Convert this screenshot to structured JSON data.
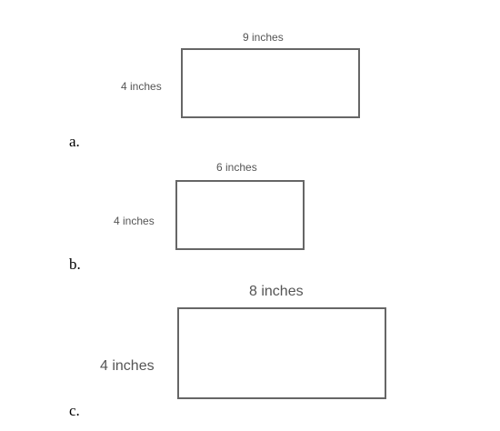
{
  "figures": [
    {
      "letter": "a.",
      "width_label": "9 inches",
      "height_label": "4 inches"
    },
    {
      "letter": "b.",
      "width_label": "6 inches",
      "height_label": "4 inches"
    },
    {
      "letter": "c.",
      "width_label": "8 inches",
      "height_label": "4 inches"
    }
  ]
}
